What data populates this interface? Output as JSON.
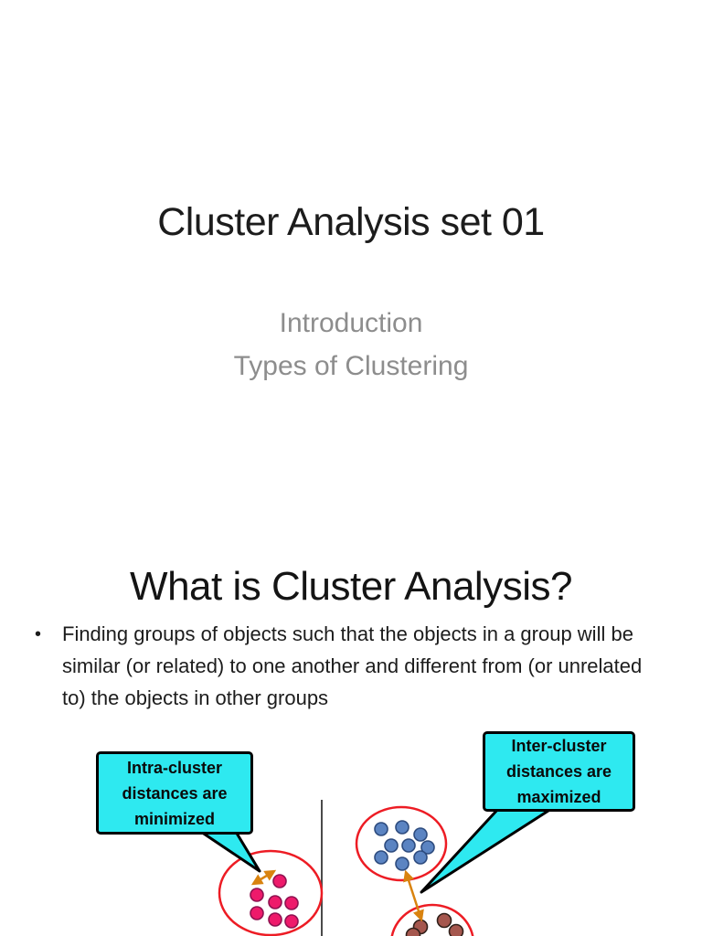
{
  "page": {
    "background": "#ffffff"
  },
  "slide1": {
    "title": "Cluster Analysis set 01",
    "subtitle_lines": [
      "Introduction",
      "Types of Clustering"
    ]
  },
  "slide2": {
    "heading": "What is Cluster Analysis?",
    "bullet_marker": "•",
    "bullet": "Finding groups of objects such that the objects in a group will be similar (or related) to one another and different from (or unrelated to) the objects in other groups",
    "callouts": {
      "intra": {
        "lines": [
          "Intra-cluster",
          "distances are",
          "minimized"
        ]
      },
      "inter": {
        "lines": [
          "Inter-cluster",
          "distances are",
          "maximized"
        ]
      }
    },
    "diagram": {
      "clusters": [
        {
          "name": "magenta-cluster",
          "dot_count": 7,
          "dot_color": "#ee1a6b"
        },
        {
          "name": "blue-cluster",
          "dot_count": 9,
          "dot_color": "#5b84c2"
        },
        {
          "name": "brown-cluster",
          "dot_count": 4,
          "dot_color": "#a5574e"
        }
      ],
      "arrows": [
        {
          "name": "intra-cluster-distance-arrow",
          "color": "#d9830f"
        },
        {
          "name": "inter-cluster-distance-arrow",
          "color": "#d9830f"
        }
      ]
    }
  },
  "colors": {
    "callout_fill": "#2ee9f0",
    "callout_border": "#000000",
    "cluster_outline": "#ed1c24",
    "dot_magenta": "#ee1a6b",
    "dot_blue": "#5b84c2",
    "dot_brown": "#a5574e",
    "arrow_orange": "#d9830f",
    "divider_gray": "#4a4a4a",
    "subtitle_gray": "#8d8d8d",
    "text_black": "#1c1c1c"
  }
}
